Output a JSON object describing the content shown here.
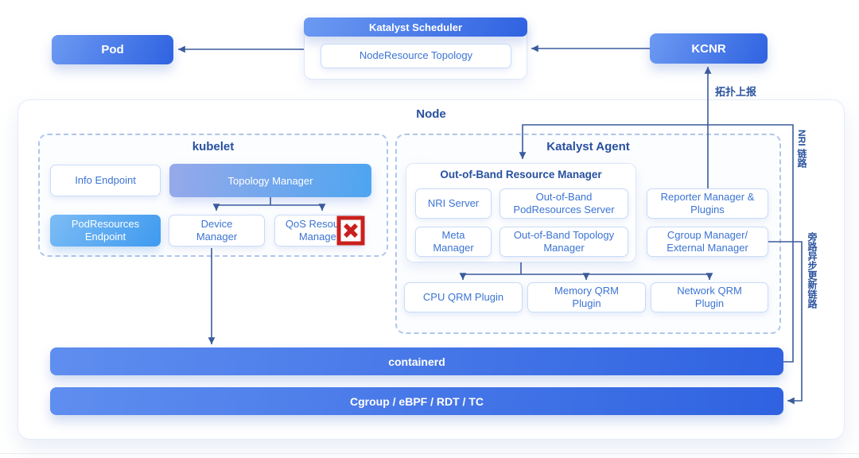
{
  "colors": {
    "primary_blue_dark": "#2f62e1",
    "primary_blue_light": "#6c9af2",
    "sky_blue": "#3f9aef",
    "periwinkle": "#96a9ea",
    "title_navy": "#27509f",
    "box_text_blue": "#3b74d3",
    "connector_navy": "#3b5b9b",
    "disabled_red": "#c9201d"
  },
  "top_row": {
    "pod_label": "Pod",
    "scheduler_title": "Katalyst Scheduler",
    "scheduler_inner_label": "NodeResource Topology",
    "kcnr_label": "KCNR"
  },
  "node": {
    "title": "Node",
    "kubelet": {
      "title": "kubelet",
      "info_endpoint": "Info Endpoint",
      "topology_manager": "Topology Manager",
      "podresources_endpoint": "PodResources Endpoint",
      "device_manager": "Device Manager",
      "qos_resource_manager": "QoS Resource Manager"
    },
    "katalyst_agent": {
      "title": "Katalyst Agent",
      "oorm_title": "Out-of-Band Resource Manager",
      "nri_server": "NRI Server",
      "oob_podresources_server": "Out-of-Band PodResources Server",
      "meta_manager": "Meta Manager",
      "oob_topology_manager": "Out-of-Band Topology Manager",
      "reporter_manager": "Reporter Manager & Plugins",
      "cgroup_manager": "Cgroup Manager/ External Manager",
      "cpu_qrm_plugin": "CPU QRM Plugin",
      "memory_qrm_plugin": "Memory QRM Plugin",
      "network_qrm_plugin": "Network QRM Plugin"
    },
    "containerd_label": "containerd",
    "cgroup_bar_label": "Cgroup / eBPF / RDT / TC"
  },
  "annotations": {
    "topology_report": "拓扑上报",
    "nri_link": "NRI 链路",
    "bypass_async_link": "旁路异步更新链路"
  }
}
